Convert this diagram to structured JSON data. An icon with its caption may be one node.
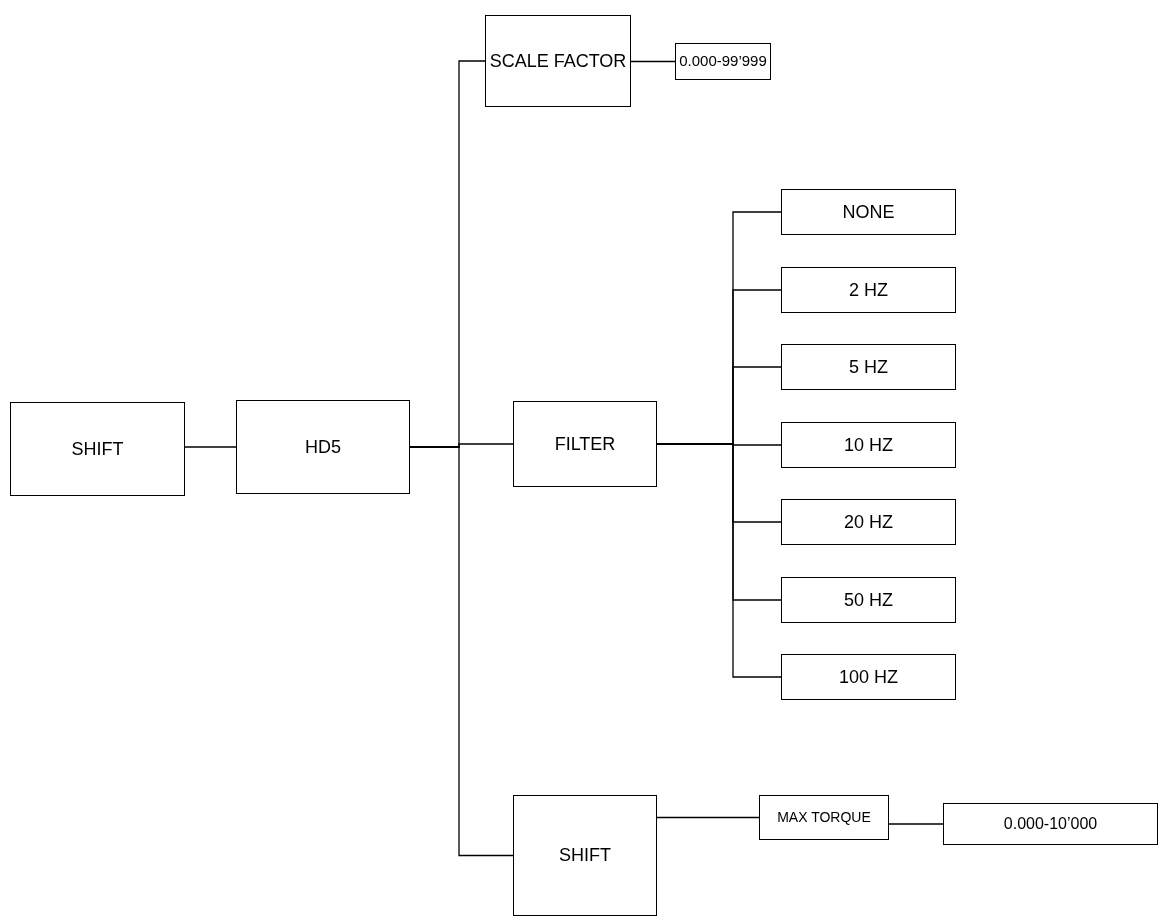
{
  "diagram": {
    "nodes": [
      {
        "text": [
          "SHIFT"
        ]
      },
      {
        "text": [
          "HD5"
        ]
      },
      {
        "text": [
          "SCALE FACTOR"
        ]
      },
      {
        "text": [
          "0.000-99’999"
        ]
      },
      {
        "text": [
          "FILTER"
        ]
      },
      {
        "text": [
          "NONE"
        ]
      },
      {
        "text": [
          "2 HZ"
        ]
      },
      {
        "text": [
          "5 HZ"
        ]
      },
      {
        "text": [
          "10 HZ"
        ]
      },
      {
        "text": [
          "20 HZ"
        ]
      },
      {
        "text": [
          "50 HZ"
        ]
      },
      {
        "text": [
          "100 HZ"
        ]
      },
      {
        "text": [
          "SHIFT"
        ]
      },
      {
        "text": [
          "MAX TORQUE"
        ]
      },
      {
        "text": [
          "0.000-10’000"
        ]
      }
    ],
    "edges": [
      {
        "from": 0,
        "to": 1,
        "arrow": "none"
      },
      {
        "from": 1,
        "to": 2,
        "arrow": "none"
      },
      {
        "from": 1,
        "to": 4,
        "arrow": "none"
      },
      {
        "from": 1,
        "to": 12,
        "arrow": "none"
      },
      {
        "from": 2,
        "to": 3,
        "arrow": "none"
      },
      {
        "from": 4,
        "to": 5,
        "arrow": "none"
      },
      {
        "from": 4,
        "to": 6,
        "arrow": "none"
      },
      {
        "from": 4,
        "to": 7,
        "arrow": "none"
      },
      {
        "from": 4,
        "to": 8,
        "arrow": "none"
      },
      {
        "from": 4,
        "to": 9,
        "arrow": "none"
      },
      {
        "from": 4,
        "to": 10,
        "arrow": "none"
      },
      {
        "from": 4,
        "to": 11,
        "arrow": "none"
      },
      {
        "from": 12,
        "to": 13,
        "arrow": "none"
      },
      {
        "from": 13,
        "to": 14,
        "arrow": "none"
      }
    ]
  }
}
